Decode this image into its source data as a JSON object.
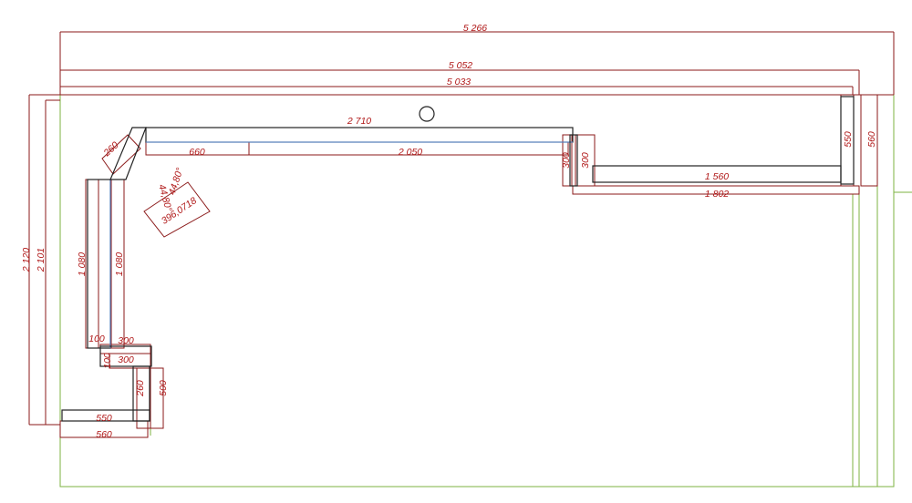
{
  "colors": {
    "dimension": "#8b1a1a",
    "dimension_text": "#b01818",
    "wall": "#7cb342",
    "counter": "#222222",
    "accent_blue": "#5b8fd6",
    "background": "#ffffff"
  },
  "dimensions": {
    "overall_width_outer": "5 266",
    "overall_width_mid": "5 052",
    "overall_width_inner": "5 033",
    "top_counter_length": "2 710",
    "top_segment_left": "660",
    "top_segment_right": "2 050",
    "corner_diagonal": "260",
    "angle_a": "44,80°",
    "angle_b": "44,80°",
    "radius_readout": "396,0718",
    "step_left_depth": "300",
    "step_right_depth": "300",
    "right_counter_length": "1 560",
    "right_lower_length": "1 802",
    "right_end_depth_inner": "550",
    "right_end_depth_outer": "560",
    "left_height_outer": "2 120",
    "left_height_inner": "2 101",
    "left_run_outer": "1 080",
    "left_run_inner": "1 080",
    "jog_upper_a": "100",
    "jog_upper_b": "300",
    "jog_lower_a": "100",
    "jog_lower_b": "300",
    "bottom_leg_vertical": "260",
    "bottom_leg_depth": "500",
    "bottom_counter_inner": "550",
    "bottom_counter_outer": "560"
  }
}
